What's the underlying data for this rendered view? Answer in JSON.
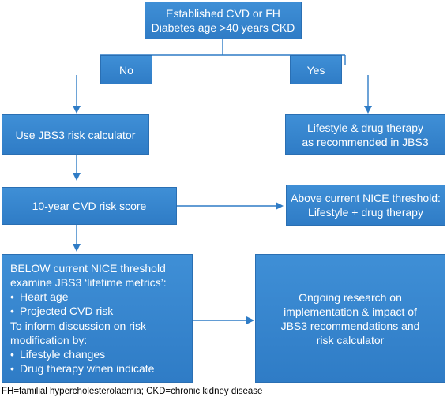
{
  "nodes": {
    "start": {
      "line1": "Established CVD or FH",
      "line2": "Diabetes age >40 years CKD"
    },
    "no": {
      "label": "No"
    },
    "yes": {
      "label": "Yes"
    },
    "use_jbs3": {
      "label": "Use JBS3 risk calculator"
    },
    "lifestyle_drug": {
      "line1": "Lifestyle & drug therapy",
      "line2": "as recommended in JBS3"
    },
    "risk_score": {
      "label": "10-year CVD risk score"
    },
    "above_threshold": {
      "line1": "Above current NICE threshold:",
      "line2": "Lifestyle + drug therapy"
    },
    "below_threshold": {
      "line1": "BELOW current NICE threshold",
      "line2": "examine JBS3 ‘lifetime metrics’:",
      "bullets1": [
        "Heart age",
        "Projected CVD risk"
      ],
      "line3": "To inform discussion on risk",
      "line4": "modification by:",
      "bullets2": [
        "Lifestyle changes",
        "Drug therapy when indicate"
      ]
    },
    "ongoing_research": {
      "line1": "Ongoing research on",
      "line2": "implementation & impact of",
      "line3": "JBS3 recommendations and",
      "line4": "risk calculator"
    }
  },
  "bullet_char": "•",
  "footnote": "FH=familial hypercholesterolaemia; CKD=chronic kidney disease",
  "colors": {
    "box": "#3586cf",
    "arrow": "#2f7cc6"
  }
}
